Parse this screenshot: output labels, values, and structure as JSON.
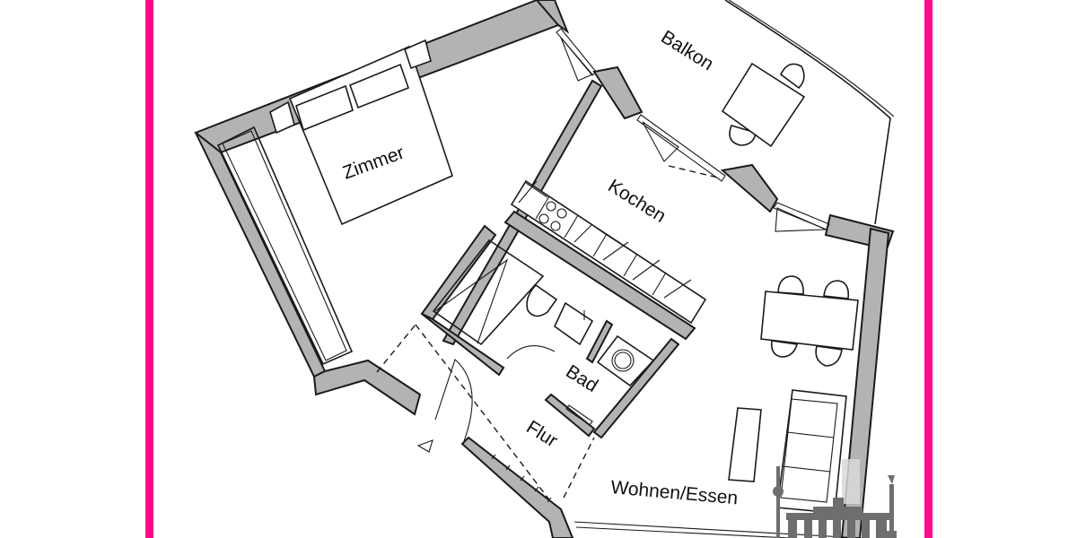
{
  "frame": {
    "border_color": "#ff0a8c"
  },
  "floor_plan": {
    "rooms": [
      {
        "id": "zimmer",
        "label": "Zimmer"
      },
      {
        "id": "balkon",
        "label": "Balkon"
      },
      {
        "id": "kochen",
        "label": "Kochen"
      },
      {
        "id": "bad",
        "label": "Bad"
      },
      {
        "id": "flur",
        "label": "Flur"
      },
      {
        "id": "wohnen",
        "label": "Wohnen/Essen"
      }
    ],
    "entrance_marker": "entrance-triangle",
    "colors": {
      "wall_fill": "#b3b3b3",
      "line": "#1a1a1a",
      "background": "#ffffff"
    }
  },
  "watermark": {
    "icon": "berlin-skyline-logo-icon",
    "color": "#6e6e6e"
  }
}
